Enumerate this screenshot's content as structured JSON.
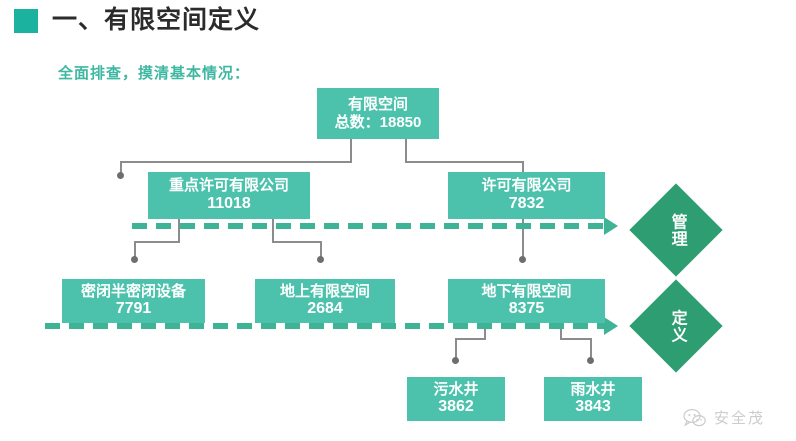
{
  "heading": {
    "bullet_color": "#1BB2A0",
    "title": "一、有限空间定义",
    "subtitle": "全面排查，摸清基本情况："
  },
  "palette": {
    "node_fill": "#4CC2AD",
    "diamond_fill": "#2E9E72",
    "dash_color": "#3FB396",
    "connector_color": "#8c8c8c",
    "text_on_fill": "#ffffff"
  },
  "chart_data": {
    "type": "diagram",
    "title": "一、有限空间定义",
    "subtitle": "全面排查，摸清基本情况：",
    "nodes": [
      {
        "id": "root",
        "label": "有限空间",
        "value": "总数：18850",
        "level": 0
      },
      {
        "id": "key_co",
        "label": "重点许可有限公司",
        "value": "11018",
        "level": 1
      },
      {
        "id": "lic_co",
        "label": "许可有限公司",
        "value": "7832",
        "level": 1
      },
      {
        "id": "closed_eq",
        "label": "密闭半密闭设备",
        "value": "7791",
        "level": 2
      },
      {
        "id": "above",
        "label": "地上有限空间",
        "value": "2684",
        "level": 2
      },
      {
        "id": "below",
        "label": "地下有限空间",
        "value": "8375",
        "level": 2
      },
      {
        "id": "sewage",
        "label": "污水井",
        "value": "3862",
        "level": 3
      },
      {
        "id": "rain",
        "label": "雨水井",
        "value": "3843",
        "level": 3
      }
    ],
    "edges": [
      {
        "from": "root",
        "to": "key_co"
      },
      {
        "from": "root",
        "to": "lic_co"
      },
      {
        "from": "key_co",
        "to": "closed_eq"
      },
      {
        "from": "key_co",
        "to": "above"
      },
      {
        "from": "lic_co",
        "to": "below"
      },
      {
        "from": "below",
        "to": "sewage"
      },
      {
        "from": "below",
        "to": "rain"
      }
    ],
    "bands": [
      {
        "id": "band_mgmt",
        "label": "管理"
      },
      {
        "id": "band_def",
        "label": "定义"
      }
    ]
  },
  "nodes": {
    "root": {
      "line1": "有限空间",
      "line2": "总数：18850"
    },
    "key_co": {
      "line1": "重点许可有限公司",
      "line2": "11018"
    },
    "lic_co": {
      "line1": "许可有限公司",
      "line2": "7832"
    },
    "closed_eq": {
      "line1": "密闭半密闭设备",
      "line2": "7791"
    },
    "above": {
      "line1": "地上有限空间",
      "line2": "2684"
    },
    "below": {
      "line1": "地下有限空间",
      "line2": "8375"
    },
    "sewage": {
      "line1": "污水井",
      "line2": "3862"
    },
    "rain": {
      "line1": "雨水井",
      "line2": "3843"
    }
  },
  "bands": {
    "management": "管理",
    "definition": "定义"
  },
  "watermark": {
    "icon": "wechat-icon",
    "text": "安全茂"
  }
}
